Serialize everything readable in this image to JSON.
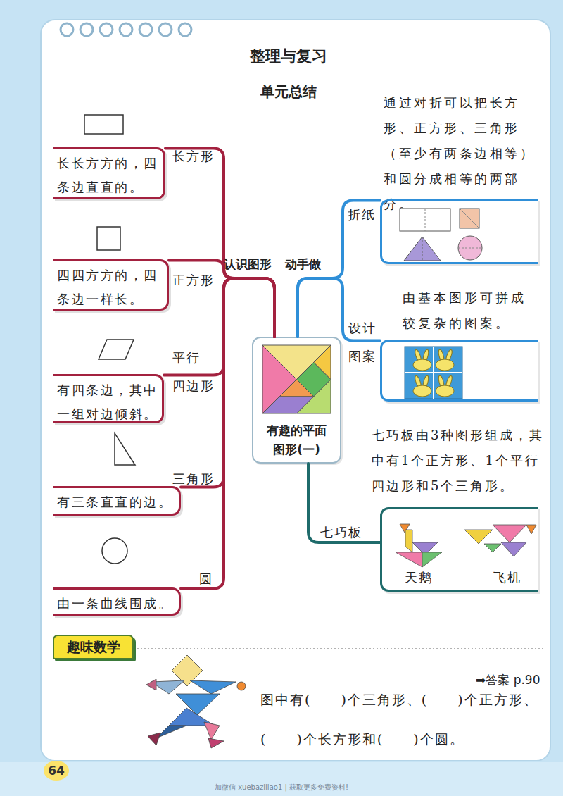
{
  "diagram": {
    "title": "整理与复习",
    "nodes": [
      {
        "text": [
          "有趣的平面图形(一)"
        ]
      },
      {
        "text": [
          "长长方方的，四条边直直的。"
        ]
      },
      {
        "text": [
          "四四方方的，四条边一样长。"
        ]
      },
      {
        "text": [
          "有四条边，其中一组对边倾斜。"
        ]
      },
      {
        "text": [
          "有三条直直的边。"
        ]
      },
      {
        "text": [
          "由一条曲线围成。"
        ]
      },
      {
        "text": [
          "通过对折可以把长方形、正方形、三角形（至少有两条边相等）和圆分成相等的两部分。"
        ]
      },
      {
        "text": [
          "由基本图形可拼成较复杂的图案。"
        ]
      },
      {
        "text": [
          "七巧板由3种图形组成，其中有1个正方形、1个平行四边形和5个三角形。",
          "天鹅",
          "飞机"
        ]
      },
      {
        "text": [
          "趣味数学"
        ]
      },
      {
        "text": [
          "64"
        ]
      }
    ],
    "edges": [
      {
        "from": 0,
        "to": 1,
        "arrow": "none",
        "label": "长方形"
      },
      {
        "from": 0,
        "to": 2,
        "arrow": "none",
        "label": "正方形"
      },
      {
        "from": 0,
        "to": 3,
        "arrow": "none",
        "label": "平行 四边形"
      },
      {
        "from": 0,
        "to": 4,
        "arrow": "none",
        "label": "三角形"
      },
      {
        "from": 0,
        "to": 5,
        "arrow": "none",
        "label": "圆"
      },
      {
        "from": 0,
        "to": 6,
        "arrow": "none",
        "label": "折纸"
      },
      {
        "from": 0,
        "to": 7,
        "arrow": "none",
        "label": "设计 图案"
      },
      {
        "from": 0,
        "to": 8,
        "arrow": "none",
        "label": "七巧板"
      }
    ],
    "labels": [
      "单元总结",
      "认识图形",
      "动手做",
      "➡答案 p.90",
      "图中有(　　)个三角形、(　　)个正方形、(　　)个长方形和(　　)个圆。",
      "加微信 xuebaziliao1 | 获取更多免费资料!"
    ]
  }
}
